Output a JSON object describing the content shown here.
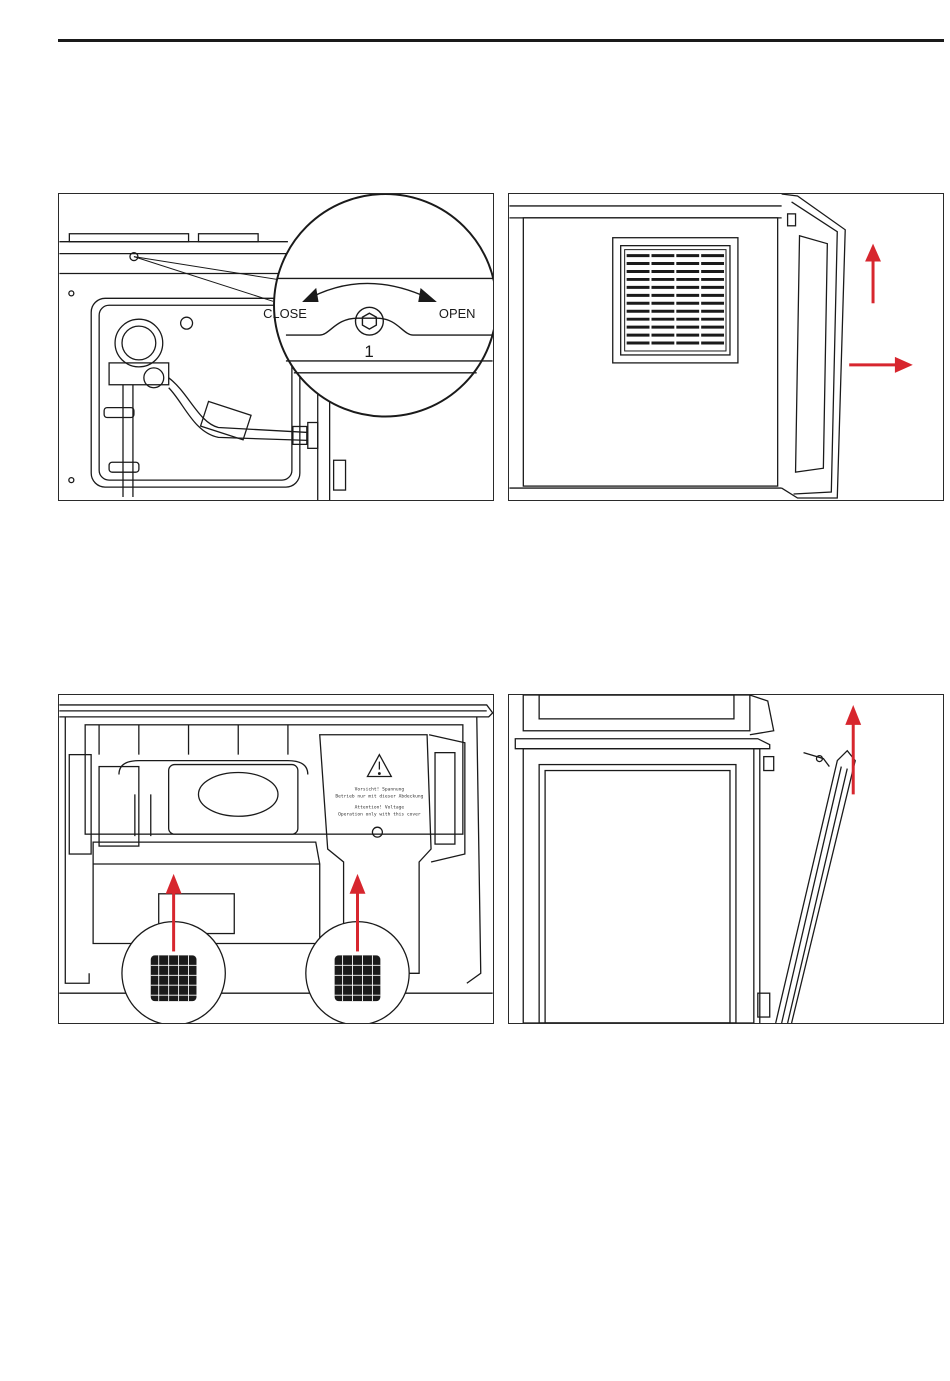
{
  "figure_a": {
    "close_label": "CLOSE",
    "open_label": "OPEN",
    "callout_number": "1"
  },
  "figure_c": {
    "warning_line_1": "Vorsicht! Spannung",
    "warning_line_2": "Betrieb nur mit dieser Abdeckung",
    "warning_line_3": "Attention! Voltage",
    "warning_line_4": "Operation only with this cover"
  },
  "colors": {
    "arrow": "#d7262e",
    "line": "#1a1a1a"
  }
}
